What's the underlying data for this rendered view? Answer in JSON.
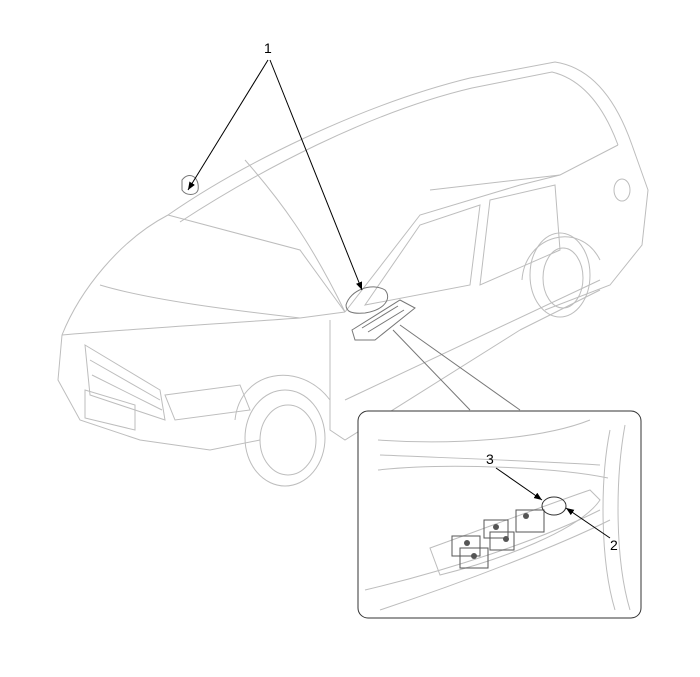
{
  "diagram": {
    "subject": "car-door-mirror-and-switch-location",
    "callouts": [
      {
        "id": "1",
        "label": "1"
      },
      {
        "id": "2",
        "label": "2"
      },
      {
        "id": "3",
        "label": "3"
      }
    ],
    "colors": {
      "line": "#bdbdbd",
      "arrow": "#000000",
      "background": "#ffffff"
    }
  }
}
